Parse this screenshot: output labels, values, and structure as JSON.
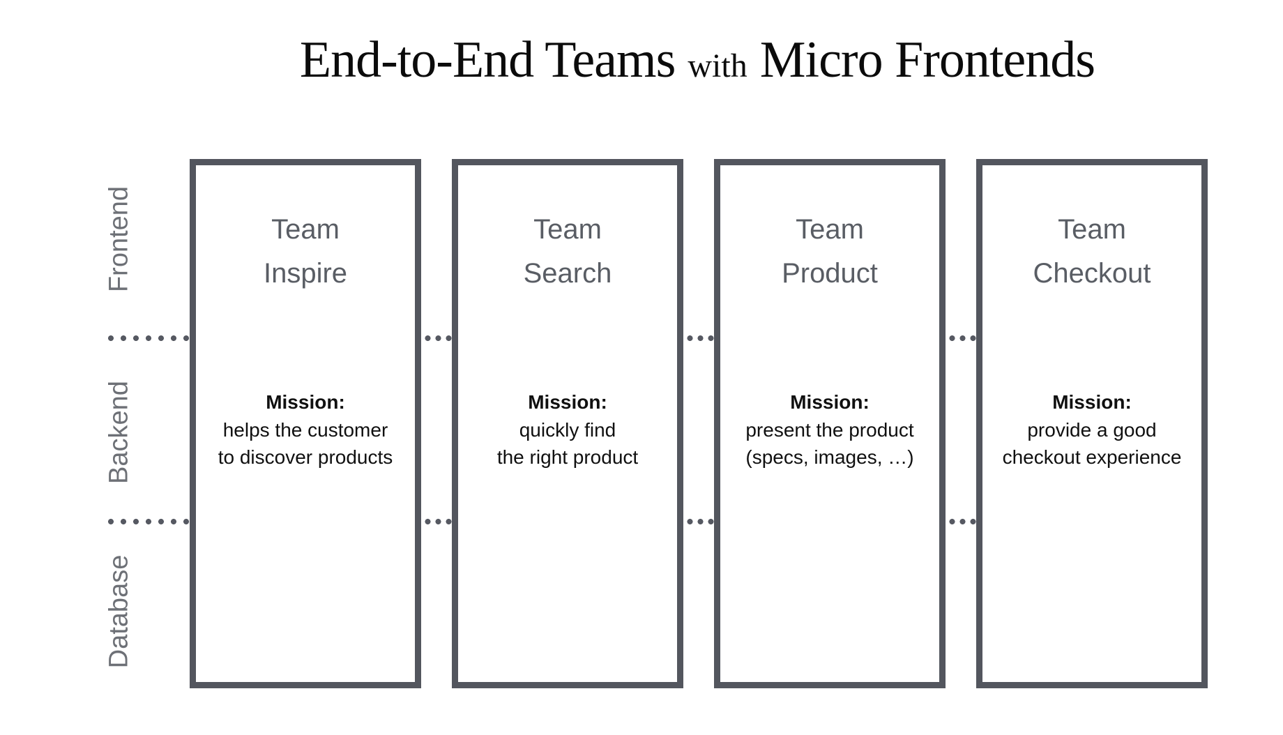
{
  "title": {
    "part1": "End-to-End Teams",
    "connector": "with",
    "part2": "Micro Frontends"
  },
  "row_labels": {
    "frontend": "Frontend",
    "backend": "Backend",
    "database": "Database"
  },
  "teams": [
    {
      "name_line1": "Team",
      "name_line2": "Inspire",
      "mission_label": "Mission:",
      "mission_line1": "helps the customer",
      "mission_line2": "to discover products"
    },
    {
      "name_line1": "Team",
      "name_line2": "Search",
      "mission_label": "Mission:",
      "mission_line1": "quickly find",
      "mission_line2": "the right product"
    },
    {
      "name_line1": "Team",
      "name_line2": "Product",
      "mission_label": "Mission:",
      "mission_line1": "present the product",
      "mission_line2": "(specs, images, …)"
    },
    {
      "name_line1": "Team",
      "name_line2": "Checkout",
      "mission_label": "Mission:",
      "mission_line1": "provide a good",
      "mission_line2": "checkout experience"
    }
  ],
  "colors": {
    "background": "#ffffff",
    "title_text": "#0b0b0b",
    "box_border": "#53565e",
    "team_name_text": "#595d64",
    "row_label_text": "#6d7076",
    "divider_dots": "#565962",
    "mission_text": "#101010"
  }
}
